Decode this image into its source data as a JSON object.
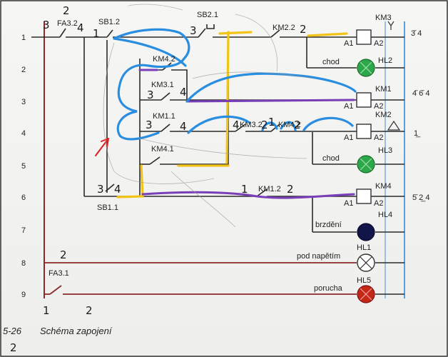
{
  "row_numbers": [
    "1",
    "2",
    "3",
    "4",
    "5",
    "6",
    "7",
    "8",
    "9"
  ],
  "components": {
    "fa32": "FA3.2",
    "sb12": "SB1.2",
    "sb21": "SB2.1",
    "km22": "KM2.2",
    "km3": "KM3",
    "km42": "KM4.2",
    "km31": "KM3.1",
    "km11": "KM1.1",
    "km1": "KM1",
    "km2": "KM2",
    "km32": "KM3.2",
    "km42b": "KM4.2",
    "km41": "KM4.1",
    "km12": "KM1.2",
    "km4": "KM4",
    "sb11": "SB1.1",
    "fa31": "FA3.1",
    "hl1": "HL1",
    "hl2": "HL2",
    "hl3": "HL3",
    "hl4": "HL4",
    "hl5": "HL5",
    "a1": "A1",
    "a2": "A2"
  },
  "lamp_labels": {
    "chod1": "chod",
    "chod2": "chod",
    "brzdeni": "brzdění",
    "pod_napetim": "pod napětím",
    "porucha": "porucha"
  },
  "right_refs": {
    "r1": "3̄ 4",
    "r3": "4̄ 6̄ 4",
    "r4": "1̲",
    "r6": "5̄ 2̲ 4"
  },
  "caption": {
    "fig_no": "5-26",
    "title": "Schéma zapojení"
  },
  "handwritten": {
    "n3a": "3",
    "n4a": "4",
    "n1a": "1",
    "n3b": "3",
    "n2a": "2",
    "n3c": "3",
    "n4c": "4",
    "n3d": "3",
    "n4d": "4",
    "n3e": "3",
    "n4e": "4",
    "n2b": "2",
    "n1b": "1",
    "n2c": "2",
    "n3f": "3",
    "n4f": "4",
    "n1c": "1",
    "n2d": "2",
    "n2e": "2",
    "n1d": "1",
    "n2f": "2",
    "n2g": "2"
  },
  "colors": {
    "wire_black": "#2a2a2a",
    "rail_blue": "#5aa0e0",
    "rail_red": "#a02020",
    "hand_blue": "#2a8ee0",
    "hand_yellow": "#f2c418",
    "hand_purple": "#7a3fb8",
    "lamp_green": "#2ca84a",
    "lamp_navy": "#12154a",
    "lamp_red": "#c62818"
  }
}
